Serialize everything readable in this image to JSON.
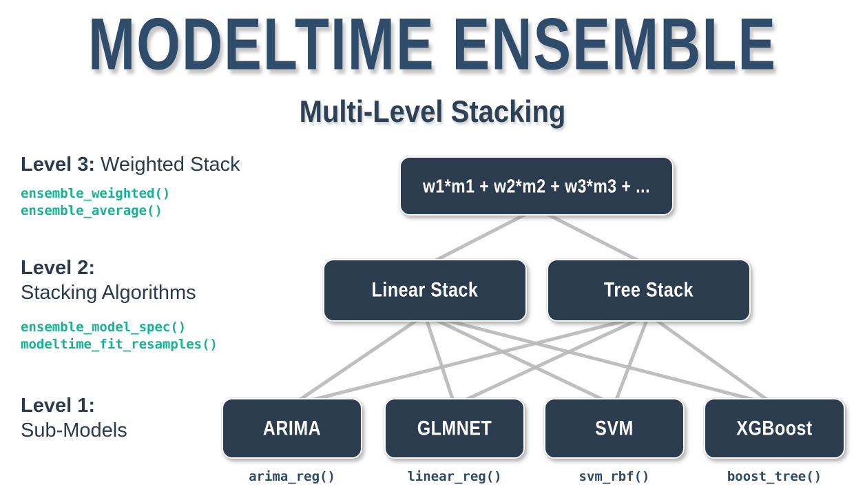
{
  "header": {
    "title": "MODELTIME ENSEMBLE",
    "subtitle": "Multi-Level Stacking"
  },
  "levels": {
    "level3": {
      "bold": "Level 3:",
      "rest": " Weighted Stack",
      "functions": [
        "ensemble_weighted()",
        "ensemble_average()"
      ]
    },
    "level2": {
      "bold": "Level 2:",
      "rest": "Stacking Algorithms",
      "functions": [
        "ensemble_model_spec()",
        "modeltime_fit_resamples()"
      ]
    },
    "level1": {
      "bold": "Level 1:",
      "rest": "Sub-Models"
    }
  },
  "nodes": {
    "weighted_formula": "w1*m1 + w2*m2 + w3*m3 + ...",
    "linear_stack": "Linear Stack",
    "tree_stack": "Tree Stack",
    "sub_models": [
      {
        "name": "ARIMA",
        "fn": "arima_reg()"
      },
      {
        "name": "GLMNET",
        "fn": "linear_reg()"
      },
      {
        "name": "SVM",
        "fn": "svm_rbf()"
      },
      {
        "name": "XGBoost",
        "fn": "boost_tree()"
      }
    ]
  },
  "edges": [
    [
      "weighted",
      "linear"
    ],
    [
      "weighted",
      "tree"
    ],
    [
      "linear",
      "arima"
    ],
    [
      "linear",
      "glmnet"
    ],
    [
      "linear",
      "svm"
    ],
    [
      "linear",
      "xgboost"
    ],
    [
      "tree",
      "arima"
    ],
    [
      "tree",
      "glmnet"
    ],
    [
      "tree",
      "svm"
    ],
    [
      "tree",
      "xgboost"
    ]
  ],
  "colors": {
    "box_fill": "#2b3c4e",
    "title": "#2f4c6a",
    "label": "#2b3a4c",
    "teal": "#16b293",
    "line": "#bababa",
    "box_text": "#ffffff"
  }
}
